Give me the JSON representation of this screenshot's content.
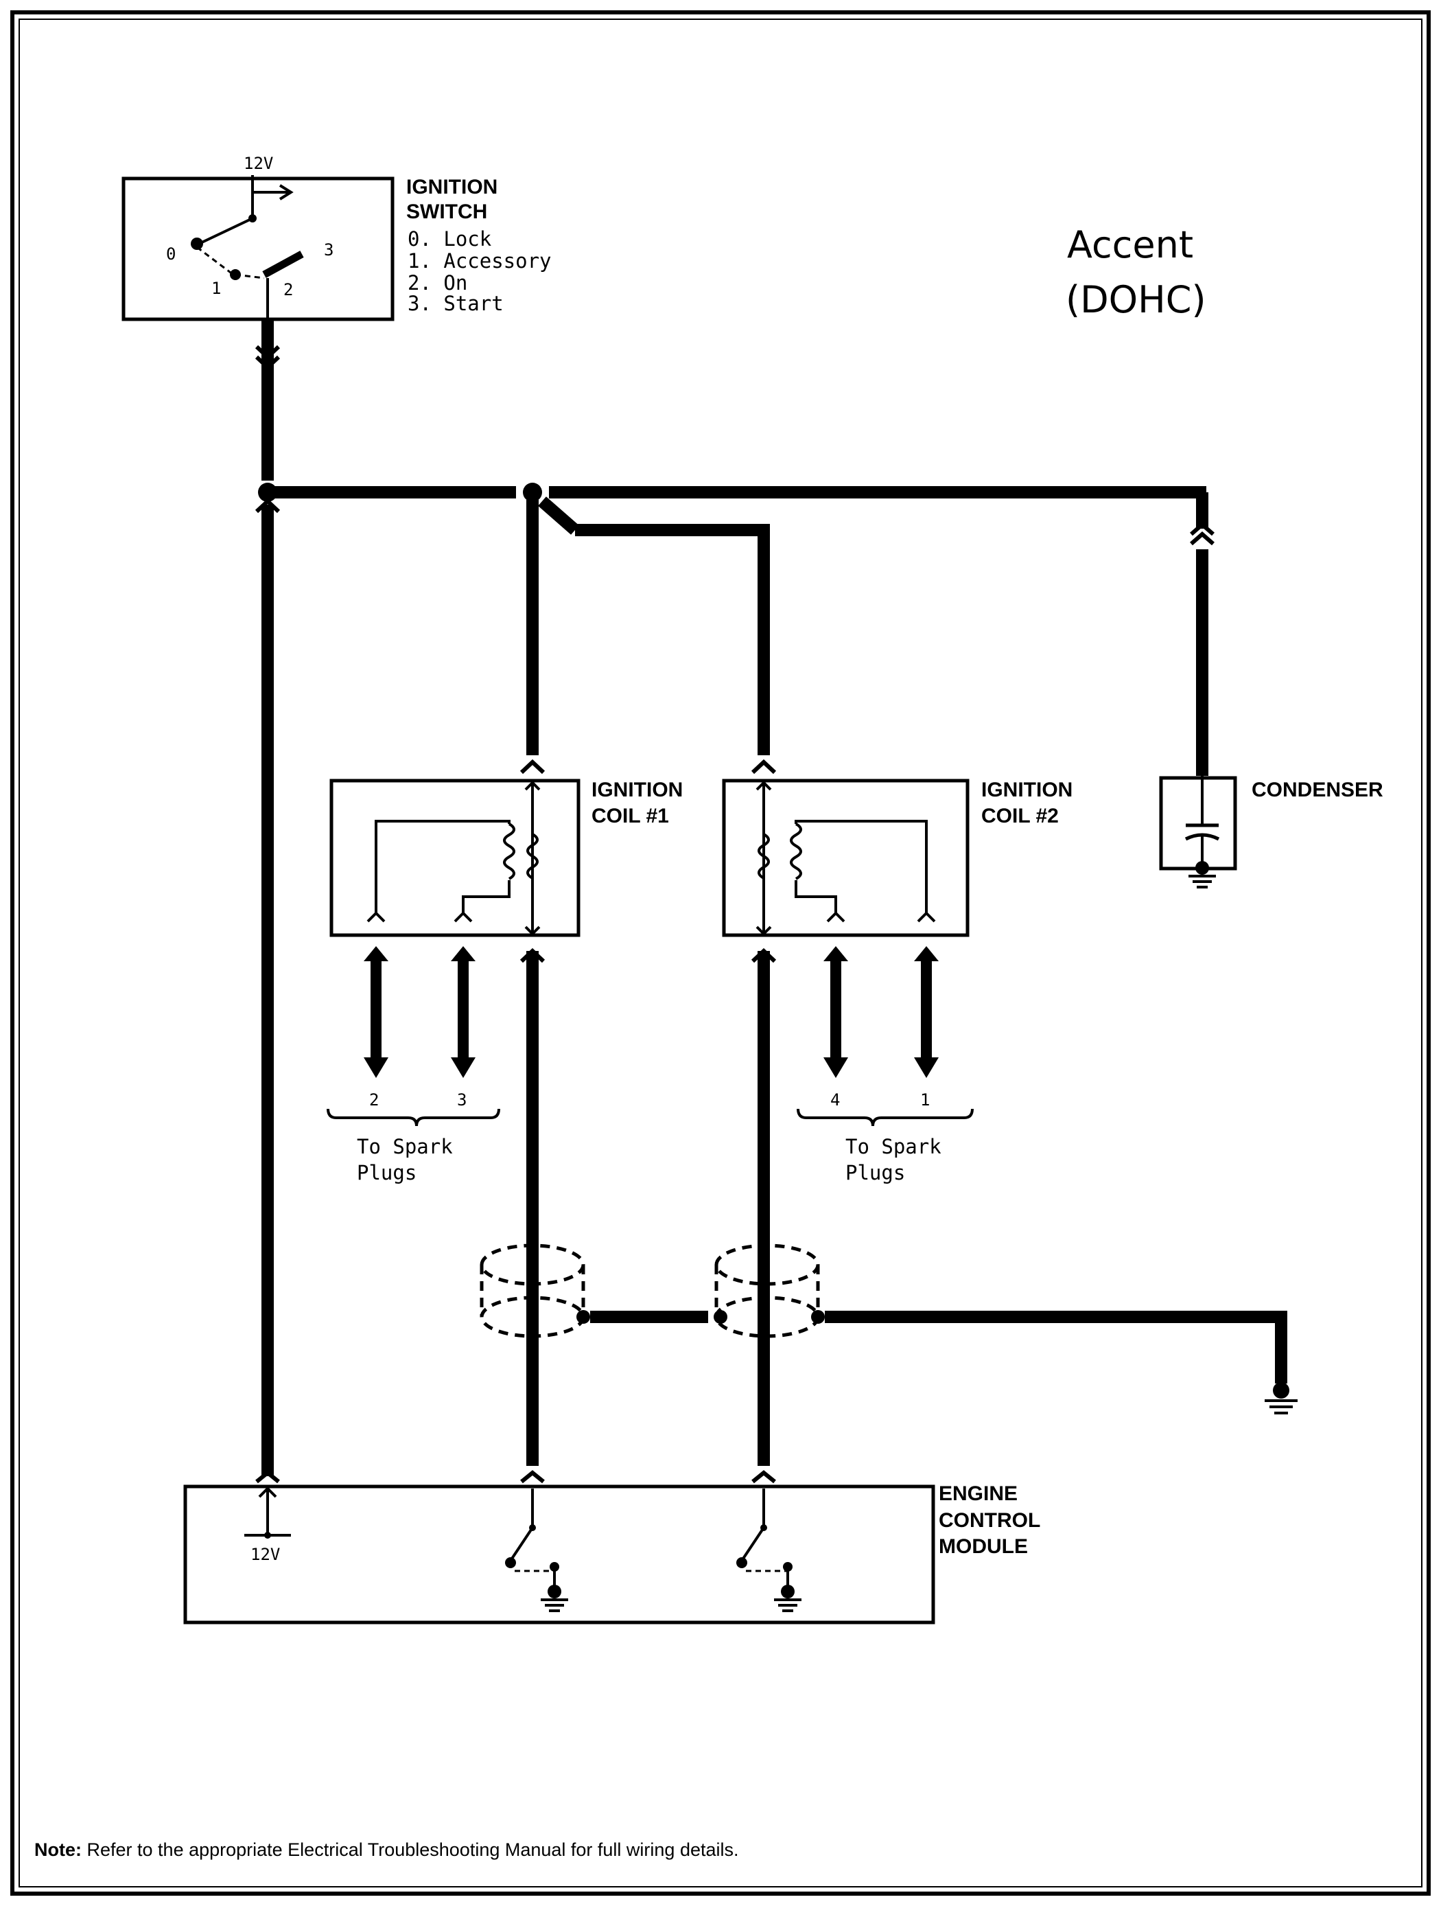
{
  "title": {
    "line1": "Accent",
    "line2": "(DOHC)"
  },
  "ignition_switch": {
    "label_line1": "IGNITION",
    "label_line2": "SWITCH",
    "positions": [
      "0. Lock",
      "1. Accessory",
      "2. On",
      "3. Start"
    ],
    "supply": "12V",
    "contact_numbers": [
      "0",
      "1",
      "2",
      "3"
    ]
  },
  "ignition_coil_1": {
    "label_line1": "IGNITION",
    "label_line2": "COIL #1",
    "plug_numbers": [
      "2",
      "3"
    ]
  },
  "ignition_coil_2": {
    "label_line1": "IGNITION",
    "label_line2": "COIL #2",
    "plug_numbers": [
      "4",
      "1"
    ]
  },
  "condenser": {
    "label": "CONDENSER"
  },
  "spark_plugs": {
    "label_line1": "To Spark",
    "label_line2": "Plugs"
  },
  "ecm": {
    "label_line1": "ENGINE",
    "label_line2": "CONTROL",
    "label_line3": "MODULE",
    "supply": "12V"
  },
  "note": {
    "bold": "Note:",
    "text": " Refer to the appropriate Electrical Troubleshooting Manual for full wiring details."
  }
}
